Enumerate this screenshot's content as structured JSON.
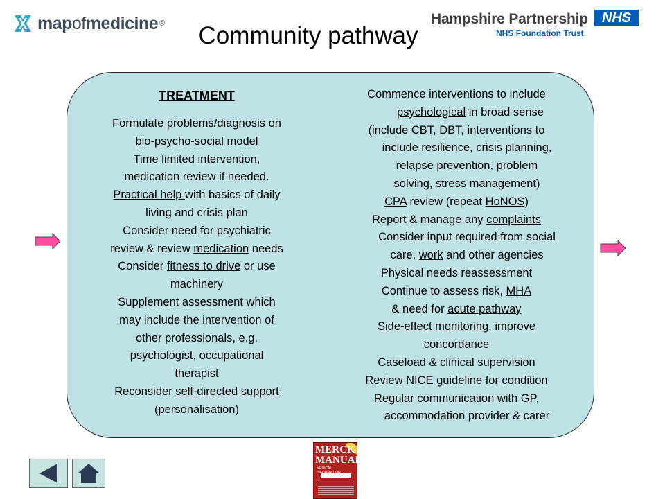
{
  "header": {
    "logo_left": {
      "text_bold": "map",
      "text_light": "of",
      "text_bold2": "medicine",
      "reg": "®"
    },
    "logo_right": {
      "name": "Hampshire Partnership",
      "trust": "NHS Foundation Trust",
      "badge": "NHS"
    },
    "title": "Community pathway"
  },
  "left_column": {
    "heading": "TREATMENT",
    "lines": {
      "l1": "Formulate problems/diagnosis on",
      "l2": "bio-psycho-social model",
      "l3": "Time limited intervention,",
      "l4": "medication review if needed.",
      "l5_link": "Practical help ",
      "l5_rest": "with basics of daily",
      "l6": "living and crisis plan",
      "l7": "Consider need for psychiatric",
      "l8_pre": "review & review ",
      "l8_link": "medication",
      "l8_post": " needs",
      "l9_pre": "Consider ",
      "l9_link": "fitness to drive",
      "l9_post": " or use",
      "l10": "machinery",
      "l11": "Supplement assessment which",
      "l12": "may include the intervention of",
      "l13": "other professionals, e.g.",
      "l14": "psychologist, occupational",
      "l15": "therapist",
      "l16_pre": "Reconsider ",
      "l16_link": "self-directed support",
      "l17": "(personalisation)"
    }
  },
  "right_column": {
    "lines": {
      "r1": "Commence interventions to include",
      "r2_link": "psychological",
      "r2_post": " in broad sense",
      "r3": "(include CBT, DBT, interventions to",
      "r4": "include resilience, crisis planning,",
      "r5": "relapse prevention, problem",
      "r6": "solving, stress management)",
      "r7_link": "CPA",
      "r7_mid": " review (repeat ",
      "r7_link2": "HoNOS",
      "r7_post": ")",
      "r8_pre": "Report & manage any ",
      "r8_link": "complaints",
      "r9": "Consider input required from social",
      "r10_pre": "care, ",
      "r10_link": "work",
      "r10_post": " and other agencies",
      "r11": "Physical needs reassessment",
      "r12_pre": "Continue to assess risk, ",
      "r12_link": "MHA",
      "r13_pre": "& need for ",
      "r13_link": "acute pathway",
      "r14_link": "Side-effect monitoring",
      "r14_post": ", improve",
      "r15": "concordance",
      "r16": "Caseload & clinical supervision",
      "r17": "Review NICE guideline for condition",
      "r18": "Regular communication with GP,",
      "r19": "accommodation provider & carer"
    }
  },
  "book": {
    "title_1": "MERCK",
    "title_2": "MANUAL",
    "sub": "MEDICAL INFORMATION"
  },
  "colors": {
    "panel": "#bfe2e7",
    "arrow": "#ff4fa3",
    "nhs_blue": "#005eb8"
  }
}
